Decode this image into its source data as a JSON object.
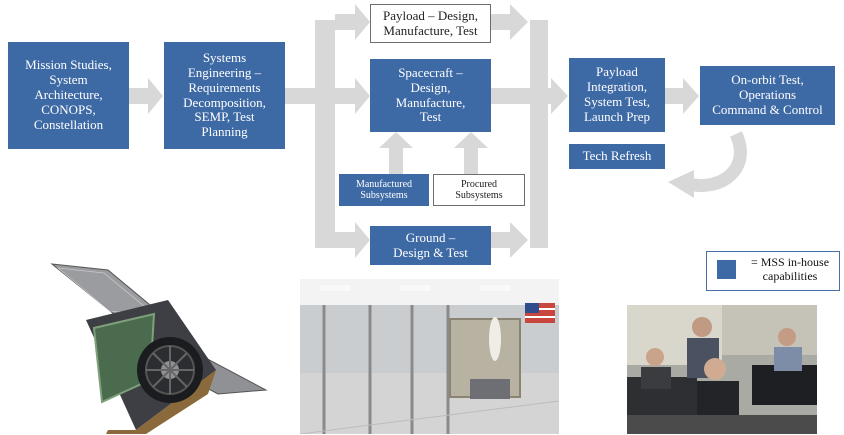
{
  "flow": {
    "mission_studies": "Mission Studies,\nSystem\nArchitecture,\nCONOPS,\nConstellation",
    "systems_engineering": "Systems\nEngineering –\nRequirements\nDecomposition,\nSEMP, Test\nPlanning",
    "payload_design": "Payload – Design,\nManufacture, Test",
    "spacecraft": "Spacecraft –\nDesign,\nManufacture,\nTest",
    "manufactured_subsystems": "Manufactured\nSubsystems",
    "procured_subsystems": "Procured\nSubsystems",
    "ground": "Ground –\nDesign & Test",
    "payload_integration": "Payload\nIntegration,\nSystem Test,\nLaunch Prep",
    "tech_refresh": "Tech Refresh",
    "onorbit": "On-orbit Test,\nOperations\nCommand & Control"
  },
  "legend": {
    "text": "= MSS in-house\ncapabilities",
    "color": "#3d69a5"
  },
  "colors": {
    "in_house": "#3d69a5",
    "arrow": "#d8d8d8"
  },
  "photos": {
    "satellite": "satellite-render",
    "cleanroom": "cleanroom-photo",
    "operations": "operations-center-photo"
  }
}
